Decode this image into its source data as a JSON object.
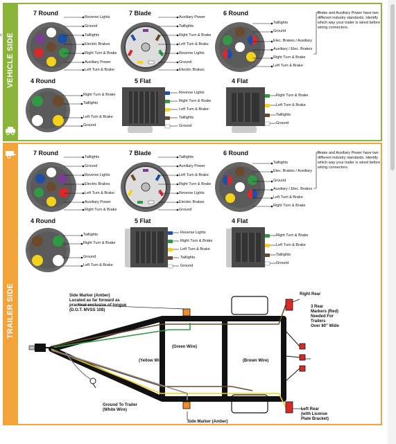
{
  "colors": {
    "vehicle_accent": "#8bb43a",
    "trailer_accent": "#f2a33a",
    "wire_brown": "#6b4a2b",
    "wire_white": "#ffffff",
    "wire_green": "#2f9a43",
    "wire_blue": "#1d4fa8",
    "wire_red": "#d82a2a",
    "wire_yellow": "#f2d21a",
    "wire_purple": "#7b3d91",
    "wire_black": "#111111",
    "wire_orange": "#f08a2b",
    "wire_gray": "#8a8a8a"
  },
  "side_text": "c",
  "vehicle": {
    "label": "VEHICLE SIDE",
    "round7": {
      "title": "7 Round",
      "labels": [
        "Reverse Lights",
        "Ground",
        "Taillights",
        "Electric Brakes",
        "Right Turn & Brake",
        "Auxiliary Power",
        "Left Turn & Brake"
      ]
    },
    "blade7": {
      "title": "7 Blade",
      "labels": [
        "Auxiliary Power",
        "Taillights",
        "Right Turn & Brake",
        "Left Turn & Brake",
        "Reverse Lights",
        "Ground",
        "Electric Brakes"
      ]
    },
    "round6": {
      "title": "6 Round",
      "labels": [
        "Taillights",
        "Ground",
        "Elec. Brakes / Auxiliary",
        "Auxiliary / Elec. Brakes",
        "Right Turn & Brake",
        "Left Turn & Brake"
      ],
      "note": "Brake and Auxiliary Power have two different industry standards. Identify which way your trailer is wired before wiring connectors."
    },
    "round4": {
      "title": "4 Round",
      "labels": [
        "Right Turn & Brake",
        "Taillights",
        "Left Turn & Brake",
        "Ground"
      ]
    },
    "flat5": {
      "title": "5 Flat",
      "labels": [
        "Reverse Lights",
        "Right Turn & Brake",
        "Left Turn & Brake",
        "Taillights",
        "Ground"
      ]
    },
    "flat4": {
      "title": "4 Flat",
      "labels": [
        "Right Turn & Brake",
        "Left Turn & Brake",
        "Taillights",
        "Ground"
      ]
    }
  },
  "trailer": {
    "label": "TRAILER SIDE",
    "round7": {
      "title": "7 Round",
      "labels": [
        "Taillights",
        "Ground",
        "Reverse Lights",
        "Electric Brakes",
        "Left Turn & Brake",
        "Auxiliary Power",
        "Right Turn & Brake"
      ]
    },
    "blade7": {
      "title": "7 Blade",
      "labels": [
        "Taillights",
        "Auxiliary Power",
        "Left Turn & Brake",
        "Right Turn & Brake",
        "Reverse Lights",
        "Electric Brakes",
        "Ground"
      ]
    },
    "round6": {
      "title": "6 Round",
      "labels": [
        "Taillights",
        "Elec. Brakes / Auxiliary",
        "Ground",
        "Auxiliary / Elec. Brakes",
        "Left Turn & Brake",
        "Right Turn & Brake"
      ],
      "note": "Brake and Auxiliary Power have two different industry standards. Identify which way your trailer is wired before wiring connectors."
    },
    "round4": {
      "title": "4 Round",
      "labels": [
        "Taillights",
        "Right Turn & Brake",
        "Ground",
        "Left Turn & Brake"
      ]
    },
    "flat5": {
      "title": "5 Flat",
      "labels": [
        "Reverse Lights",
        "Right Turn & Brake",
        "Left Turn & Brake",
        "Taillights",
        "Ground"
      ]
    },
    "flat4": {
      "title": "4 Flat",
      "labels": [
        "Right Turn & Brake",
        "Left Turn & Brake",
        "Taillights",
        "Ground"
      ]
    }
  },
  "diagram": {
    "side_marker_top": "Side Marker (Amber)\nLocated as far forward as\npractical exclusive of tongue\n(D.O.T. MVSS 108)",
    "green_wire": "(Green Wire)",
    "yellow_wire": "(Yellow Wire)",
    "brown_wire": "(Brown Wire)",
    "ground": "Ground To Trailer\n(White Wire)",
    "side_marker_bottom": "Side Marker (Amber)",
    "right_rear": "Right Rear",
    "rear_markers": "3 Rear\nMarkers (Red)\nNeeded For\nTrailers\nOver 80\" Wide",
    "left_rear": "Left Rear\n(with License\nPlate Bracket)"
  }
}
